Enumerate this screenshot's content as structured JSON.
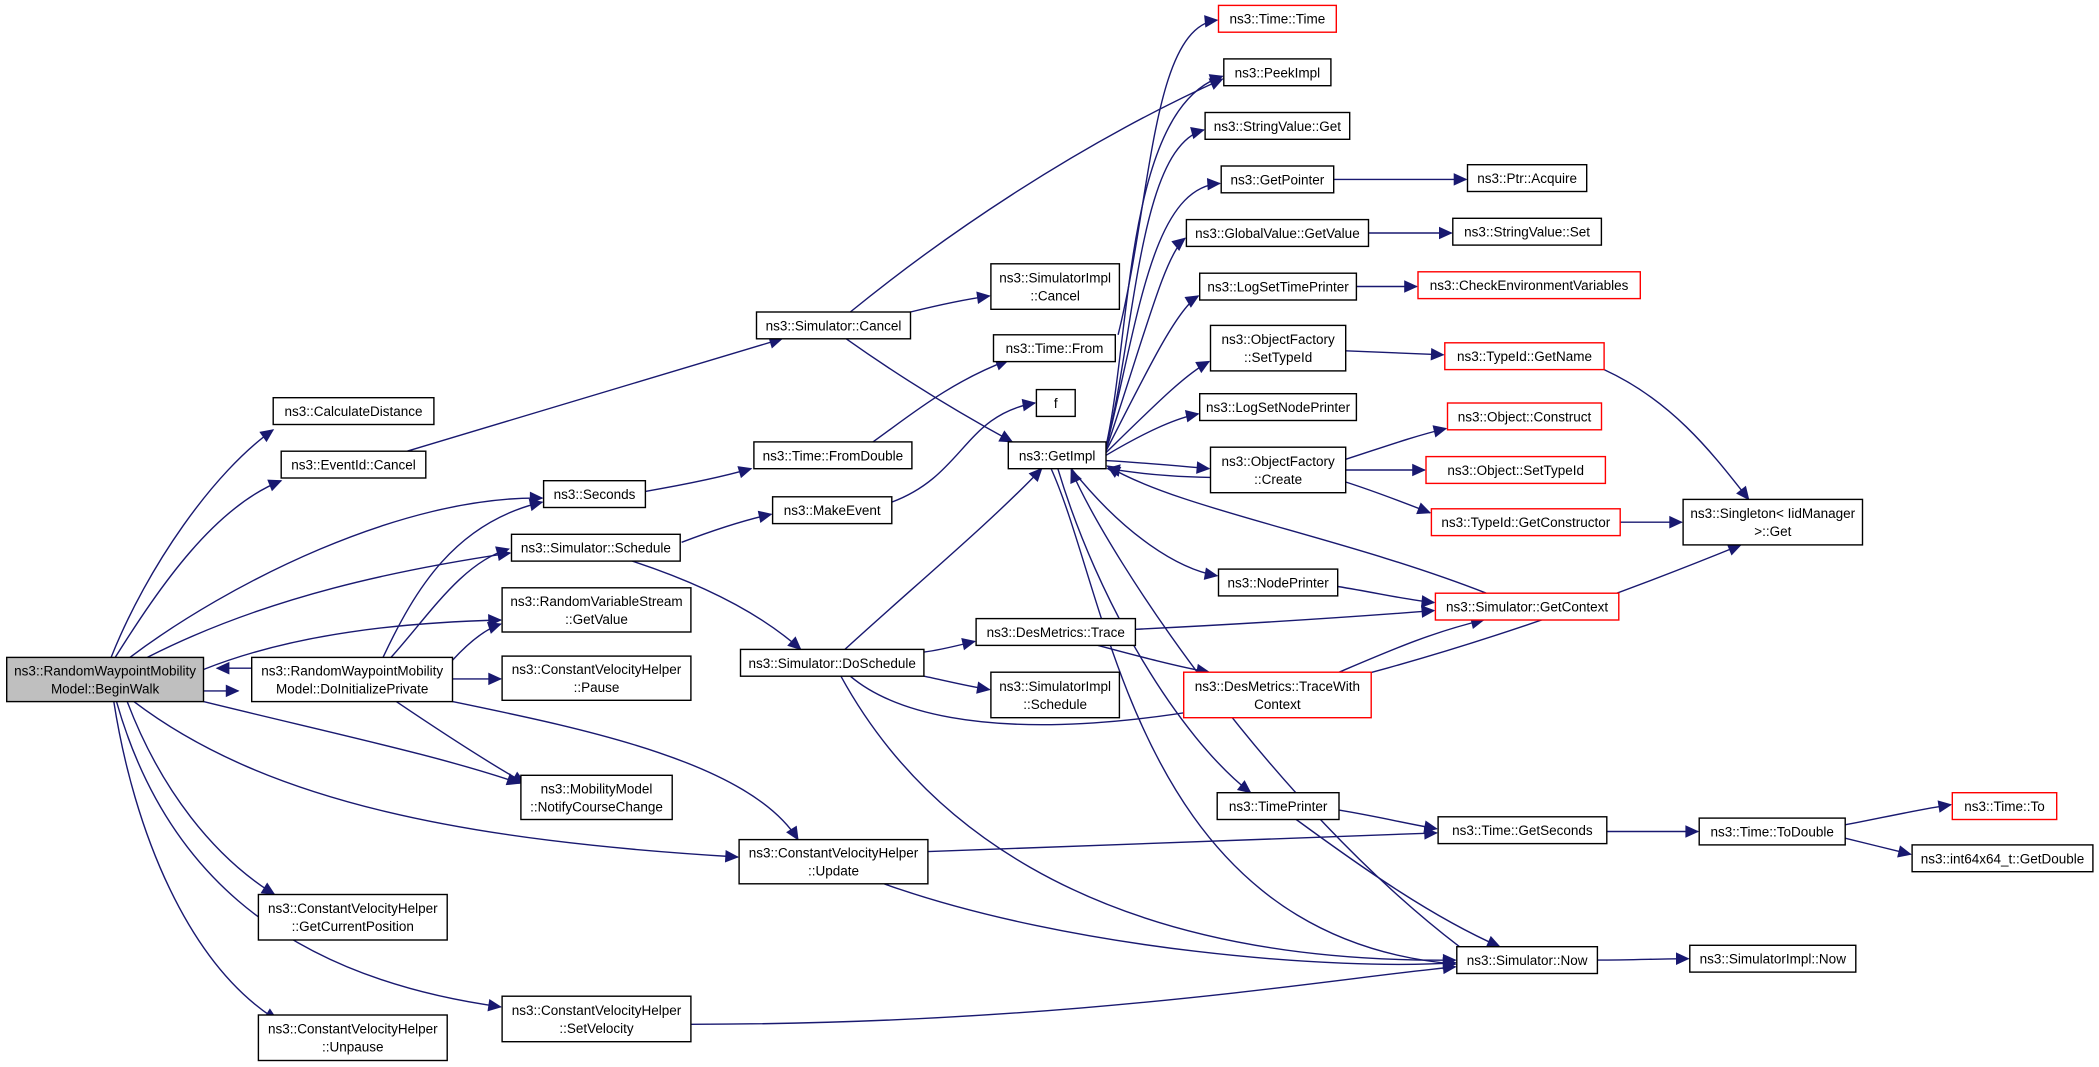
{
  "colors": {
    "edge": "#191970",
    "border": "#000000",
    "border_undocumented": "#ff0000",
    "root_fill": "#bfbfbf",
    "fill": "#ffffff"
  },
  "nodes": [
    {
      "id": "root",
      "lines": [
        "ns3::RandomWaypointMobility",
        "Model::BeginWalk"
      ],
      "root": true
    },
    {
      "id": "doinit",
      "lines": [
        "ns3::RandomWaypointMobility",
        "Model::DoInitializePrivate"
      ]
    },
    {
      "id": "calcdist",
      "lines": [
        "ns3::CalculateDistance"
      ]
    },
    {
      "id": "evcancel",
      "lines": [
        "ns3::EventId::Cancel"
      ]
    },
    {
      "id": "seconds",
      "lines": [
        "ns3::Seconds"
      ]
    },
    {
      "id": "simschedule",
      "lines": [
        "ns3::Simulator::Schedule"
      ]
    },
    {
      "id": "rvsget",
      "lines": [
        "ns3::RandomVariableStream",
        "::GetValue"
      ]
    },
    {
      "id": "cvhpause",
      "lines": [
        "ns3::ConstantVelocityHelper",
        "::Pause"
      ]
    },
    {
      "id": "mmnotify",
      "lines": [
        "ns3::MobilityModel",
        "::NotifyCourseChange"
      ]
    },
    {
      "id": "cvhgetpos",
      "lines": [
        "ns3::ConstantVelocityHelper",
        "::GetCurrentPosition"
      ]
    },
    {
      "id": "cvhunpause",
      "lines": [
        "ns3::ConstantVelocityHelper",
        "::Unpause"
      ]
    },
    {
      "id": "cvhsetvel",
      "lines": [
        "ns3::ConstantVelocityHelper",
        "::SetVelocity"
      ]
    },
    {
      "id": "cvhupdate",
      "lines": [
        "ns3::ConstantVelocityHelper",
        "::Update"
      ]
    },
    {
      "id": "simcancel",
      "lines": [
        "ns3::Simulator::Cancel"
      ]
    },
    {
      "id": "timefromdouble",
      "lines": [
        "ns3::Time::FromDouble"
      ]
    },
    {
      "id": "makeevent",
      "lines": [
        "ns3::MakeEvent"
      ]
    },
    {
      "id": "simdoschedule",
      "lines": [
        "ns3::Simulator::DoSchedule"
      ]
    },
    {
      "id": "simimplcancel",
      "lines": [
        "ns3::SimulatorImpl",
        "::Cancel"
      ]
    },
    {
      "id": "timefrom",
      "lines": [
        "ns3::Time::From"
      ]
    },
    {
      "id": "f",
      "lines": [
        "f"
      ]
    },
    {
      "id": "getimpl",
      "lines": [
        "ns3::GetImpl"
      ]
    },
    {
      "id": "destrace",
      "lines": [
        "ns3::DesMetrics::Trace"
      ]
    },
    {
      "id": "simimplschedule",
      "lines": [
        "ns3::SimulatorImpl",
        "::Schedule"
      ]
    },
    {
      "id": "timetime",
      "lines": [
        "ns3::Time::Time"
      ],
      "red": true
    },
    {
      "id": "peekimpl",
      "lines": [
        "ns3::PeekImpl"
      ]
    },
    {
      "id": "strvalget",
      "lines": [
        "ns3::StringValue::Get"
      ]
    },
    {
      "id": "getpointer",
      "lines": [
        "ns3::GetPointer"
      ]
    },
    {
      "id": "gvgetvalue",
      "lines": [
        "ns3::GlobalValue::GetValue"
      ]
    },
    {
      "id": "logsettime",
      "lines": [
        "ns3::LogSetTimePrinter"
      ]
    },
    {
      "id": "ofsettypeid",
      "lines": [
        "ns3::ObjectFactory",
        "::SetTypeId"
      ]
    },
    {
      "id": "logsetnode",
      "lines": [
        "ns3::LogSetNodePrinter"
      ]
    },
    {
      "id": "ofcreate",
      "lines": [
        "ns3::ObjectFactory",
        "::Create"
      ]
    },
    {
      "id": "nodeprinter",
      "lines": [
        "ns3::NodePrinter"
      ]
    },
    {
      "id": "destracectx",
      "lines": [
        "ns3::DesMetrics::TraceWith",
        "Context"
      ],
      "red": true
    },
    {
      "id": "timeprinter",
      "lines": [
        "ns3::TimePrinter"
      ]
    },
    {
      "id": "simnow",
      "lines": [
        "ns3::Simulator::Now"
      ]
    },
    {
      "id": "ptracquire",
      "lines": [
        "ns3::Ptr::Acquire"
      ]
    },
    {
      "id": "strvalset",
      "lines": [
        "ns3::StringValue::Set"
      ]
    },
    {
      "id": "checkenv",
      "lines": [
        "ns3::CheckEnvironmentVariables"
      ],
      "red": true
    },
    {
      "id": "typeidgetname",
      "lines": [
        "ns3::TypeId::GetName"
      ],
      "red": true
    },
    {
      "id": "objconstruct",
      "lines": [
        "ns3::Object::Construct"
      ],
      "red": true
    },
    {
      "id": "objsettypeid",
      "lines": [
        "ns3::Object::SetTypeId"
      ],
      "red": true
    },
    {
      "id": "typeidgetctor",
      "lines": [
        "ns3::TypeId::GetConstructor"
      ],
      "red": true
    },
    {
      "id": "simgetctx",
      "lines": [
        "ns3::Simulator::GetContext"
      ],
      "red": true
    },
    {
      "id": "timegetsec",
      "lines": [
        "ns3::Time::GetSeconds"
      ]
    },
    {
      "id": "singleton",
      "lines": [
        "ns3::Singleton< IidManager",
        ">::Get"
      ]
    },
    {
      "id": "timetodouble",
      "lines": [
        "ns3::Time::ToDouble"
      ]
    },
    {
      "id": "simimplnow",
      "lines": [
        "ns3::SimulatorImpl::Now"
      ]
    },
    {
      "id": "timeto",
      "lines": [
        "ns3::Time::To"
      ],
      "red": true
    },
    {
      "id": "int64getdouble",
      "lines": [
        "ns3::int64x64_t::GetDouble"
      ]
    }
  ]
}
